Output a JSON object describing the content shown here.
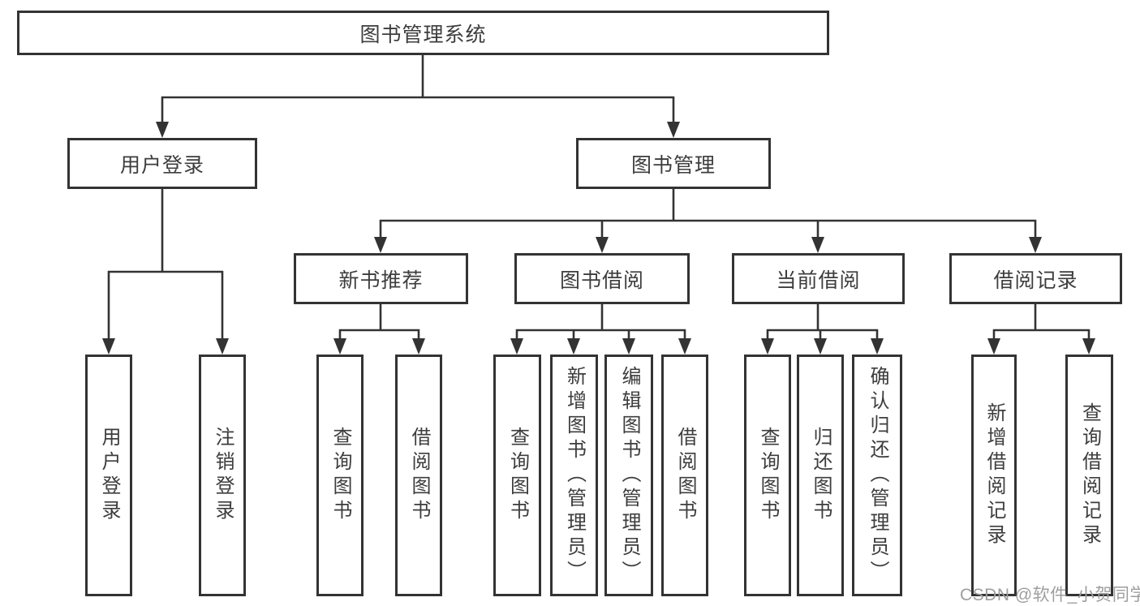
{
  "tree": {
    "root": {
      "label": "图书管理系统"
    },
    "login": {
      "label": "用户登录",
      "children": [
        {
          "label": "用户登录"
        },
        {
          "label": "注销登录"
        }
      ]
    },
    "management": {
      "label": "图书管理",
      "groups": [
        {
          "label": "新书推荐",
          "children": [
            {
              "label": "查询图书"
            },
            {
              "label": "借阅图书"
            }
          ]
        },
        {
          "label": "图书借阅",
          "children": [
            {
              "label": "查询图书"
            },
            {
              "label": "新增图书（管理员）"
            },
            {
              "label": "编辑图书（管理员）"
            },
            {
              "label": "借阅图书"
            }
          ]
        },
        {
          "label": "当前借阅",
          "children": [
            {
              "label": "查询图书"
            },
            {
              "label": "归还图书"
            },
            {
              "label": "确认归还（管理员）"
            }
          ]
        },
        {
          "label": "借阅记录",
          "children": [
            {
              "label": "新增借阅记录"
            },
            {
              "label": "查询借阅记录"
            }
          ]
        }
      ]
    }
  },
  "watermark": {
    "text": "CSDN @软件_小贺同学"
  },
  "colors": {
    "line": "#333333",
    "text": "#3d3d3d",
    "watermark": "#9e9e9e",
    "background": "#ffffff"
  }
}
